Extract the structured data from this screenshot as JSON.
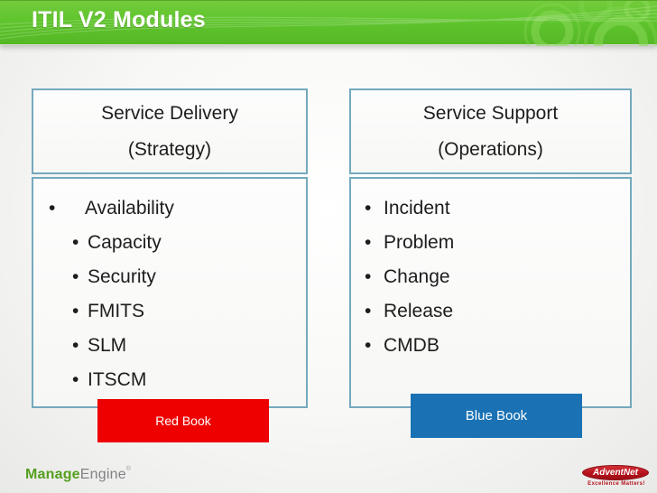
{
  "header": {
    "title": "ITIL V2 Modules"
  },
  "columns": [
    {
      "title_line1": "Service Delivery",
      "title_line2": "(Strategy)",
      "items": [
        "Availability",
        "Capacity",
        "Security",
        "FMITS",
        "SLM",
        "ITSCM"
      ],
      "book_label": "Red Book",
      "book_color": "#ee0000"
    },
    {
      "title_line1": "Service Support",
      "title_line2": "(Operations)",
      "items": [
        "Incident",
        "Problem",
        "Change",
        "Release",
        "CMDB"
      ],
      "book_label": "Blue Book",
      "book_color": "#1a72b4"
    }
  ],
  "footer": {
    "brand_left": {
      "part_bold": "Manage",
      "part_light": "Engine",
      "registered": "®"
    },
    "brand_right": {
      "name": "AdventNet",
      "tagline": "Excellence Matters!"
    }
  },
  "colors": {
    "header_green": "#5ec42c",
    "panel_border": "#74a9bd",
    "red_book": "#ee0000",
    "blue_book": "#1a72b4",
    "brand_green": "#55a01f",
    "brand_gray": "#808285",
    "advent_red": "#b5121b"
  }
}
